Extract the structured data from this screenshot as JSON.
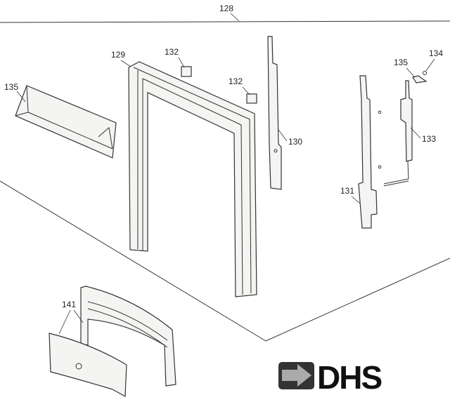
{
  "diagram": {
    "labels": {
      "plane": "128",
      "frame": "129",
      "bracket_left": "130",
      "bracket_right": "131",
      "clip_a": "132",
      "clip_b": "132",
      "mechanism": "133",
      "screw": "134",
      "tray": "135",
      "hinge": "135",
      "fret": "141"
    }
  },
  "logo": {
    "text": "DHS",
    "icon": "arrow-right-icon",
    "color": "#111111"
  }
}
